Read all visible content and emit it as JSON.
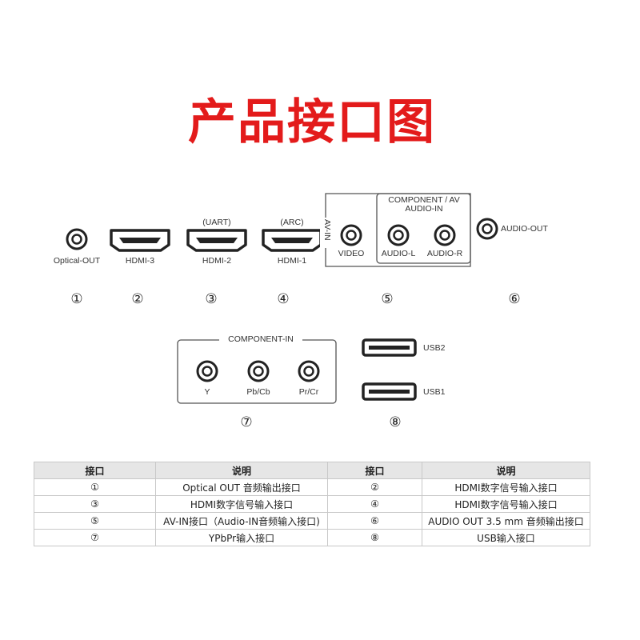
{
  "title": "产品接口图",
  "ports": {
    "optical_out": "Optical-OUT",
    "hdmi3": "HDMI-3",
    "hdmi2": "HDMI-2",
    "hdmi2_note": "(UART)",
    "hdmi1": "HDMI-1",
    "hdmi1_note": "(ARC)",
    "av_in": "AV-IN",
    "video": "VIDEO",
    "component_av_line1": "COMPONENT / AV",
    "component_av_line2": "AUDIO-IN",
    "audio_l": "AUDIO-L",
    "audio_r": "AUDIO-R",
    "audio_out": "AUDIO-OUT",
    "component_in": "COMPONENT-IN",
    "y": "Y",
    "pb": "Pb/Cb",
    "pr": "Pr/Cr",
    "usb2": "USB2",
    "usb1": "USB1"
  },
  "numbers": [
    "①",
    "②",
    "③",
    "④",
    "⑤",
    "⑥",
    "⑦",
    "⑧"
  ],
  "table": {
    "headers": [
      "接口",
      "说明",
      "接口",
      "说明"
    ],
    "rows": [
      [
        "①",
        "Optical OUT 音频输出接口",
        "②",
        "HDMI数字信号输入接口"
      ],
      [
        "③",
        "HDMI数字信号输入接口",
        "④",
        "HDMI数字信号输入接口"
      ],
      [
        "⑤",
        "AV-IN接口（Audio-IN音频输入接口)",
        "⑥",
        "AUDIO OUT 3.5 mm 音频输出接口"
      ],
      [
        "⑦",
        "YPbPr输入接口",
        "⑧",
        "USB输入接口"
      ]
    ]
  },
  "colors": {
    "title": "#e31b1b",
    "port": "#222222",
    "frame": "#555555",
    "table_header": "#e6e6e6"
  }
}
